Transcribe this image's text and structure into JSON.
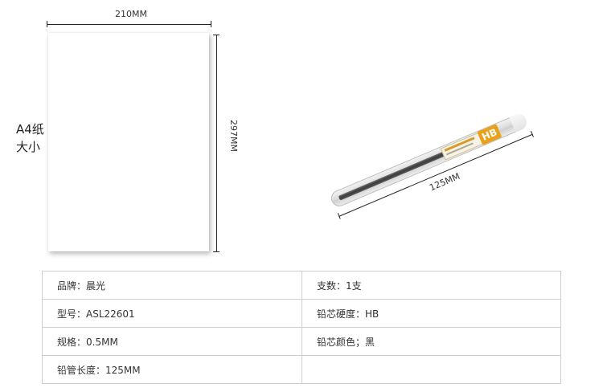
{
  "paper": {
    "width_label": "210MM",
    "height_label": "297MM",
    "caption_line1": "A4纸",
    "caption_line2": "大小"
  },
  "pencil_tube": {
    "length_label": "125MM",
    "badge": "HB",
    "badge_color": "#e8a11a"
  },
  "specs": {
    "rows": [
      {
        "left": "品牌：晨光",
        "right": "支数：1支"
      },
      {
        "left": "型号：ASL22601",
        "right": "铅芯硬度：HB"
      },
      {
        "left": "规格：0.5MM",
        "right": "铅芯颜色；黑"
      },
      {
        "left": "铅管长度：125MM",
        "right": ""
      }
    ]
  }
}
